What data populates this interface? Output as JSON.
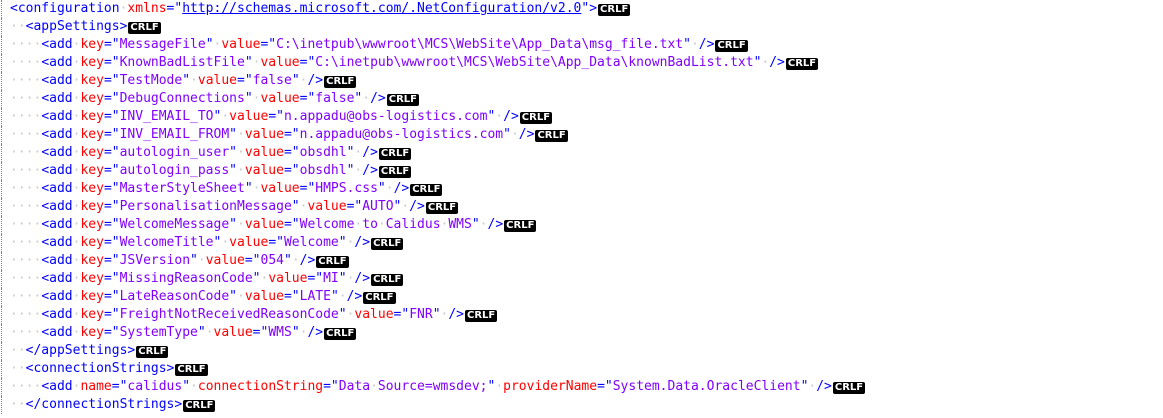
{
  "eol_marker": "CRLF",
  "space_marker": "·",
  "colors": {
    "tag": "#0000ff",
    "attribute": "#ff0000",
    "value": "#8000ff",
    "whitespace": "#c8c8c8"
  },
  "lines": [
    {
      "indent": 0,
      "segs": [
        [
          "t",
          "<configuration "
        ],
        [
          "a",
          "xmlns"
        ],
        [
          "t",
          "=\""
        ],
        [
          "u",
          "http://schemas.microsoft.com/.NetConfiguration/v2.0"
        ],
        [
          "t",
          "\">"
        ]
      ]
    },
    {
      "indent": 2,
      "segs": [
        [
          "t",
          "<appSettings>"
        ]
      ]
    },
    {
      "indent": 4,
      "segs": [
        [
          "t",
          "<add "
        ],
        [
          "a",
          "key"
        ],
        [
          "t",
          "=\""
        ],
        [
          "v",
          "MessageFile"
        ],
        [
          "t",
          "\" "
        ],
        [
          "a",
          "value"
        ],
        [
          "t",
          "=\""
        ],
        [
          "v",
          "C:\\inetpub\\wwwroot\\MCS\\WebSite\\App_Data\\msg_file.txt"
        ],
        [
          "t",
          "\" />"
        ]
      ]
    },
    {
      "indent": 4,
      "segs": [
        [
          "t",
          "<add "
        ],
        [
          "a",
          "key"
        ],
        [
          "t",
          "=\""
        ],
        [
          "v",
          "KnownBadListFile"
        ],
        [
          "t",
          "\" "
        ],
        [
          "a",
          "value"
        ],
        [
          "t",
          "=\""
        ],
        [
          "v",
          "C:\\inetpub\\wwwroot\\MCS\\WebSite\\App_Data\\knownBadList.txt"
        ],
        [
          "t",
          "\" />"
        ]
      ]
    },
    {
      "indent": 4,
      "segs": [
        [
          "t",
          "<add "
        ],
        [
          "a",
          "key"
        ],
        [
          "t",
          "=\""
        ],
        [
          "v",
          "TestMode"
        ],
        [
          "t",
          "\" "
        ],
        [
          "a",
          "value"
        ],
        [
          "t",
          "=\""
        ],
        [
          "v",
          "false"
        ],
        [
          "t",
          "\" />"
        ]
      ]
    },
    {
      "indent": 4,
      "segs": [
        [
          "t",
          "<add "
        ],
        [
          "a",
          "key"
        ],
        [
          "t",
          "=\""
        ],
        [
          "v",
          "DebugConnections"
        ],
        [
          "t",
          "\" "
        ],
        [
          "a",
          "value"
        ],
        [
          "t",
          "=\""
        ],
        [
          "v",
          "false"
        ],
        [
          "t",
          "\" />"
        ]
      ]
    },
    {
      "indent": 4,
      "segs": [
        [
          "t",
          "<add "
        ],
        [
          "a",
          "key"
        ],
        [
          "t",
          "=\""
        ],
        [
          "v",
          "INV_EMAIL_TO"
        ],
        [
          "t",
          "\" "
        ],
        [
          "a",
          "value"
        ],
        [
          "t",
          "=\""
        ],
        [
          "v",
          "n.appadu@obs-logistics.com"
        ],
        [
          "t",
          "\" />"
        ]
      ]
    },
    {
      "indent": 4,
      "segs": [
        [
          "t",
          "<add "
        ],
        [
          "a",
          "key"
        ],
        [
          "t",
          "=\""
        ],
        [
          "v",
          "INV_EMAIL_FROM"
        ],
        [
          "t",
          "\" "
        ],
        [
          "a",
          "value"
        ],
        [
          "t",
          "=\""
        ],
        [
          "v",
          "n.appadu@obs-logistics.com"
        ],
        [
          "t",
          "\" />"
        ]
      ]
    },
    {
      "indent": 4,
      "segs": [
        [
          "t",
          "<add "
        ],
        [
          "a",
          "key"
        ],
        [
          "t",
          "=\""
        ],
        [
          "v",
          "autologin_user"
        ],
        [
          "t",
          "\" "
        ],
        [
          "a",
          "value"
        ],
        [
          "t",
          "=\""
        ],
        [
          "v",
          "obsdhl"
        ],
        [
          "t",
          "\" />"
        ]
      ]
    },
    {
      "indent": 4,
      "segs": [
        [
          "t",
          "<add "
        ],
        [
          "a",
          "key"
        ],
        [
          "t",
          "=\""
        ],
        [
          "v",
          "autologin_pass"
        ],
        [
          "t",
          "\" "
        ],
        [
          "a",
          "value"
        ],
        [
          "t",
          "=\""
        ],
        [
          "v",
          "obsdhl"
        ],
        [
          "t",
          "\" />"
        ]
      ]
    },
    {
      "indent": 4,
      "segs": [
        [
          "t",
          "<add "
        ],
        [
          "a",
          "key"
        ],
        [
          "t",
          "=\""
        ],
        [
          "v",
          "MasterStyleSheet"
        ],
        [
          "t",
          "\" "
        ],
        [
          "a",
          "value"
        ],
        [
          "t",
          "=\""
        ],
        [
          "v",
          "HMPS.css"
        ],
        [
          "t",
          "\" />"
        ]
      ]
    },
    {
      "indent": 4,
      "segs": [
        [
          "t",
          "<add "
        ],
        [
          "a",
          "key"
        ],
        [
          "t",
          "=\""
        ],
        [
          "v",
          "PersonalisationMessage"
        ],
        [
          "t",
          "\" "
        ],
        [
          "a",
          "value"
        ],
        [
          "t",
          "=\""
        ],
        [
          "v",
          "AUTO"
        ],
        [
          "t",
          "\" />"
        ]
      ]
    },
    {
      "indent": 4,
      "segs": [
        [
          "t",
          "<add "
        ],
        [
          "a",
          "key"
        ],
        [
          "t",
          "=\""
        ],
        [
          "v",
          "WelcomeMessage"
        ],
        [
          "t",
          "\" "
        ],
        [
          "a",
          "value"
        ],
        [
          "t",
          "=\""
        ],
        [
          "v",
          "Welcome to Calidus WMS"
        ],
        [
          "t",
          "\" />"
        ]
      ]
    },
    {
      "indent": 4,
      "segs": [
        [
          "t",
          "<add "
        ],
        [
          "a",
          "key"
        ],
        [
          "t",
          "=\""
        ],
        [
          "v",
          "WelcomeTitle"
        ],
        [
          "t",
          "\" "
        ],
        [
          "a",
          "value"
        ],
        [
          "t",
          "=\""
        ],
        [
          "v",
          "Welcome"
        ],
        [
          "t",
          "\" />"
        ]
      ]
    },
    {
      "indent": 4,
      "segs": [
        [
          "t",
          "<add "
        ],
        [
          "a",
          "key"
        ],
        [
          "t",
          "=\""
        ],
        [
          "v",
          "JSVersion"
        ],
        [
          "t",
          "\" "
        ],
        [
          "a",
          "value"
        ],
        [
          "t",
          "=\""
        ],
        [
          "v",
          "054"
        ],
        [
          "t",
          "\" />"
        ]
      ]
    },
    {
      "indent": 4,
      "segs": [
        [
          "t",
          "<add "
        ],
        [
          "a",
          "key"
        ],
        [
          "t",
          "=\""
        ],
        [
          "v",
          "MissingReasonCode"
        ],
        [
          "t",
          "\" "
        ],
        [
          "a",
          "value"
        ],
        [
          "t",
          "=\""
        ],
        [
          "v",
          "MI"
        ],
        [
          "t",
          "\" />"
        ]
      ]
    },
    {
      "indent": 4,
      "segs": [
        [
          "t",
          "<add "
        ],
        [
          "a",
          "key"
        ],
        [
          "t",
          "=\""
        ],
        [
          "v",
          "LateReasonCode"
        ],
        [
          "t",
          "\" "
        ],
        [
          "a",
          "value"
        ],
        [
          "t",
          "=\""
        ],
        [
          "v",
          "LATE"
        ],
        [
          "t",
          "\" />"
        ]
      ]
    },
    {
      "indent": 4,
      "segs": [
        [
          "t",
          "<add "
        ],
        [
          "a",
          "key"
        ],
        [
          "t",
          "=\""
        ],
        [
          "v",
          "FreightNotReceivedReasonCode"
        ],
        [
          "t",
          "\" "
        ],
        [
          "a",
          "value"
        ],
        [
          "t",
          "=\""
        ],
        [
          "v",
          "FNR"
        ],
        [
          "t",
          "\" />"
        ]
      ]
    },
    {
      "indent": 4,
      "segs": [
        [
          "t",
          "<add "
        ],
        [
          "a",
          "key"
        ],
        [
          "t",
          "=\""
        ],
        [
          "v",
          "SystemType"
        ],
        [
          "t",
          "\" "
        ],
        [
          "a",
          "value"
        ],
        [
          "t",
          "=\""
        ],
        [
          "v",
          "WMS"
        ],
        [
          "t",
          "\" />"
        ]
      ]
    },
    {
      "indent": 2,
      "segs": [
        [
          "t",
          "</appSettings>"
        ]
      ]
    },
    {
      "indent": 2,
      "segs": [
        [
          "t",
          "<connectionStrings>"
        ]
      ]
    },
    {
      "indent": 4,
      "segs": [
        [
          "t",
          "<add "
        ],
        [
          "a",
          "name"
        ],
        [
          "t",
          "=\""
        ],
        [
          "v",
          "calidus"
        ],
        [
          "t",
          "\" "
        ],
        [
          "a",
          "connectionString"
        ],
        [
          "t",
          "=\""
        ],
        [
          "v",
          "Data Source=wmsdev;"
        ],
        [
          "t",
          "\" "
        ],
        [
          "a",
          "providerName"
        ],
        [
          "t",
          "=\""
        ],
        [
          "v",
          "System.Data.OracleClient"
        ],
        [
          "t",
          "\" />"
        ]
      ]
    },
    {
      "indent": 2,
      "segs": [
        [
          "t",
          "</connectionStrings>"
        ]
      ]
    }
  ]
}
